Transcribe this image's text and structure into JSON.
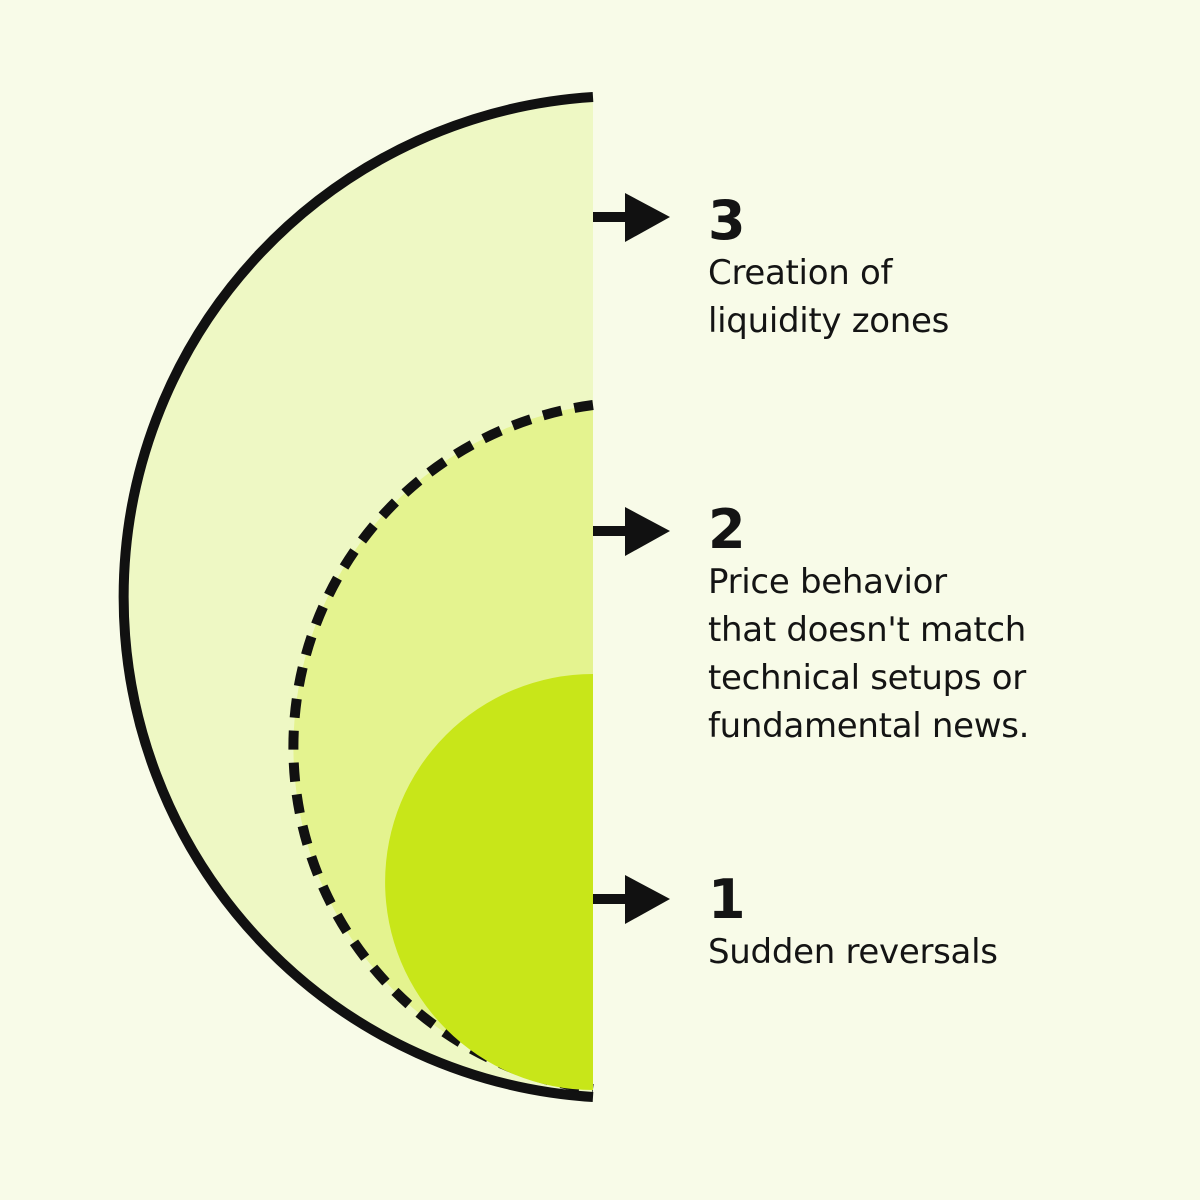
{
  "colors": {
    "background": "#f8fbe8",
    "outer_fill": "#eef8c4",
    "middle_fill": "#e4f38f",
    "inner_fill": "#c8e619",
    "stroke": "#111111"
  },
  "items": [
    {
      "number": "3",
      "text": "Creation of\nliquidity zones"
    },
    {
      "number": "2",
      "text": "Price behavior\nthat doesn't match\ntechnical setups or\nfundamental news."
    },
    {
      "number": "1",
      "text": "Sudden reversals"
    }
  ],
  "icons": {
    "arrow": "right-arrow-icon"
  }
}
